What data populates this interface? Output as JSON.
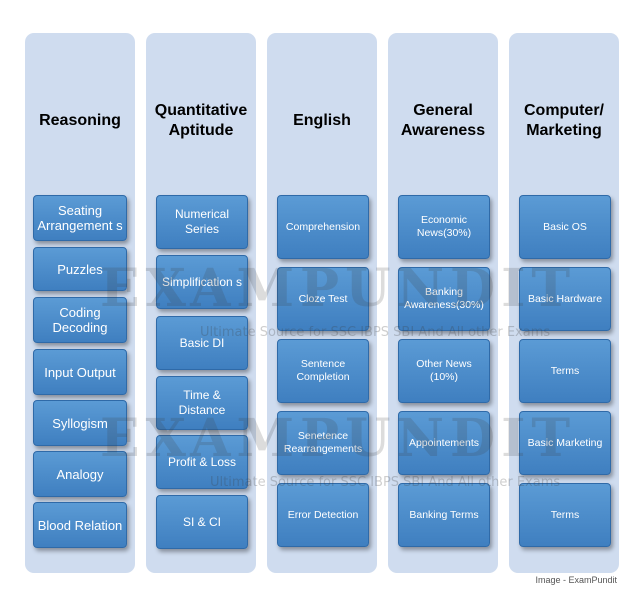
{
  "columns": [
    {
      "title": "Reasoning",
      "items": [
        "Seating Arrangement s",
        "Puzzles",
        "Coding Decoding",
        "Input Output",
        "Syllogism",
        "Analogy",
        "Blood Relation"
      ]
    },
    {
      "title": "Quantitative\nAptitude",
      "items": [
        "Numerical Series",
        "Simplification s",
        "Basic DI",
        "Time & Distance",
        "Profit & Loss",
        "SI & CI"
      ]
    },
    {
      "title": "English",
      "items": [
        "Comprehension",
        "Cloze Test",
        "Sentence Completion",
        "Senetence Rearrangements",
        "Error Detection"
      ]
    },
    {
      "title": "General\nAwareness",
      "items": [
        "Economic News(30%)",
        "Banking Awareness(30%)",
        "Other News (10%)",
        "Appointements",
        "Banking Terms"
      ]
    },
    {
      "title": "Computer/\nMarketing",
      "items": [
        "Basic OS",
        "Basic Hardware",
        "Terms",
        "Basic Marketing",
        "Terms"
      ]
    }
  ],
  "watermark": {
    "brand": "EXAMPUNDIT",
    "tagline": "Ultimate Source for SSC IBPS SBI And All other Exams"
  },
  "credit": "Image - ExamPundit"
}
